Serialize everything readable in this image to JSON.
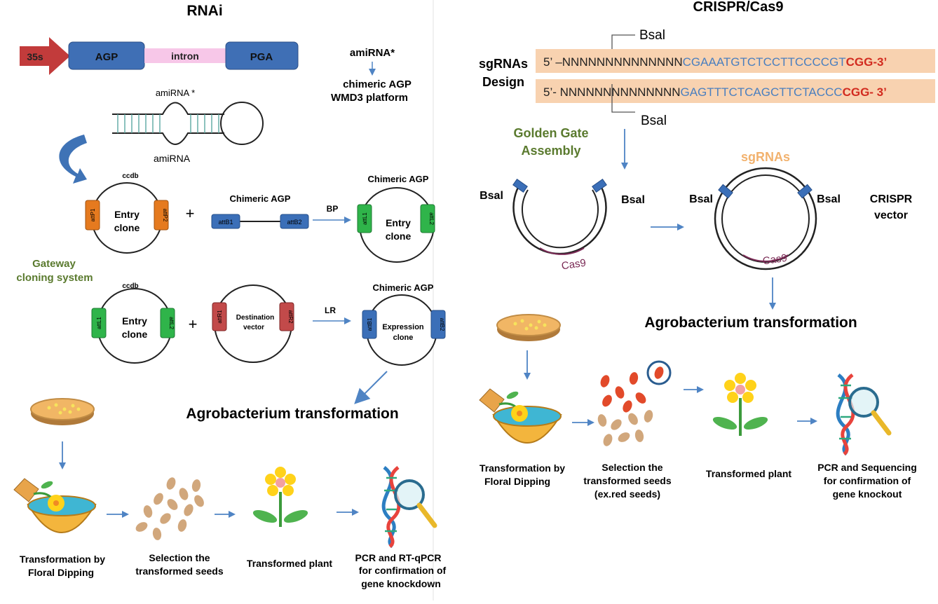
{
  "rnai": {
    "title": "RNAi",
    "construct": {
      "promoter": "35s",
      "left": "AGP",
      "intron": "intron",
      "right": "PGA"
    },
    "amirna_note": {
      "star": "amiRNA*",
      "line1": "chimeric AGP",
      "line2": "WMD3 platform"
    },
    "hairpin": {
      "top": "amiRNA *",
      "bottom": "amiRNA"
    },
    "gateway_label": {
      "line1": "Gateway",
      "line2": "cloning system"
    },
    "bp_row": {
      "ccdb": "ccdb",
      "site_left": "attP1",
      "site_right": "attP2",
      "plasmid_line1": "Entry",
      "plasmid_line2": "clone",
      "plus": "+",
      "fragment_title": "Chimeric AGP",
      "fragment_left": "attB1",
      "fragment_right": "attB2",
      "reaction": "BP",
      "product_title": "Chimeric AGP",
      "product_left": "attL1",
      "product_right": "attL2",
      "product_line1": "Entry",
      "product_line2": "clone"
    },
    "lr_row": {
      "ccdb": "ccdb",
      "entry_left": "attL1",
      "entry_right": "attL2",
      "entry_line1": "Entry",
      "entry_line2": "clone",
      "plus": "+",
      "dest_left": "attR1",
      "dest_right": "attR2",
      "dest_line1": "Destination",
      "dest_line2": "vector",
      "reaction": "LR",
      "product_title": "Chimeric AGP",
      "product_left": "attB1",
      "product_right": "attB2",
      "product_line1": "Expression",
      "product_line2": "clone"
    },
    "agro": "Agrobacterium transformation",
    "steps": [
      {
        "line1": "Transformation by",
        "line2": "Floral Dipping",
        "line3": ""
      },
      {
        "line1": "Selection the",
        "line2": "transformed seeds",
        "line3": ""
      },
      {
        "line1": "Transformed plant",
        "line2": "",
        "line3": ""
      },
      {
        "line1": "PCR and RT-qPCR",
        "line2": "for confirmation of",
        "line3": "gene knockdown"
      }
    ]
  },
  "crispr": {
    "title": "CRISPR/Cas9",
    "design_label": {
      "line1": "sgRNAs",
      "line2": "Design"
    },
    "bsal_top": "Bsal",
    "bsal_bottom": "Bsal",
    "seq1": {
      "prefix": "5’ –NNNNNNNNNNNNNN",
      "target": "CGAAATGTCTCCTTCCCCGT",
      "pam": "CGG-3’"
    },
    "seq2": {
      "prefix": "5’- NNNNNNNNNNNNNN",
      "target": "GAGTTTCTCAGCTTCTACCC",
      "pam": "CGG- 3’"
    },
    "golden_gate": {
      "line1": "Golden Gate",
      "line2": "Assembly"
    },
    "vector1": {
      "left": "Bsal",
      "right": "Bsal",
      "cas9": "Cas9"
    },
    "vector2": {
      "top": "sgRNAs",
      "left": "Bsal",
      "right": "Bsal",
      "cas9": "Cas9"
    },
    "vector_label": {
      "line1": "CRISPR",
      "line2": "vector"
    },
    "agro": "Agrobacterium transformation",
    "steps": [
      {
        "line1": "Transformation by",
        "line2": "Floral Dipping",
        "line3": ""
      },
      {
        "line1": "Selection the",
        "line2": "transformed seeds",
        "line3": "(ex.red seeds)"
      },
      {
        "line1": "Transformed plant",
        "line2": "",
        "line3": ""
      },
      {
        "line1": "PCR and Sequencing",
        "line2": "for confirmation of",
        "line3": "gene knockout"
      }
    ]
  },
  "colors": {
    "promoter": "#c23b3b",
    "agp": "#3f6fb5",
    "intron": "#f7c7e8",
    "orange_site": "#e57a1f",
    "green_site": "#2fb44a",
    "blue_site": "#3b6fb8",
    "red_site": "#c24a4a",
    "gateway_text": "#5a7a2e",
    "arrow": "#4f84c4",
    "seq_bg": "#f8d2b0",
    "seq_target": "#4a7fbf",
    "pam": "#d22b1f",
    "sgrna": "#f2b26e",
    "cas9": "#7a2a55"
  }
}
